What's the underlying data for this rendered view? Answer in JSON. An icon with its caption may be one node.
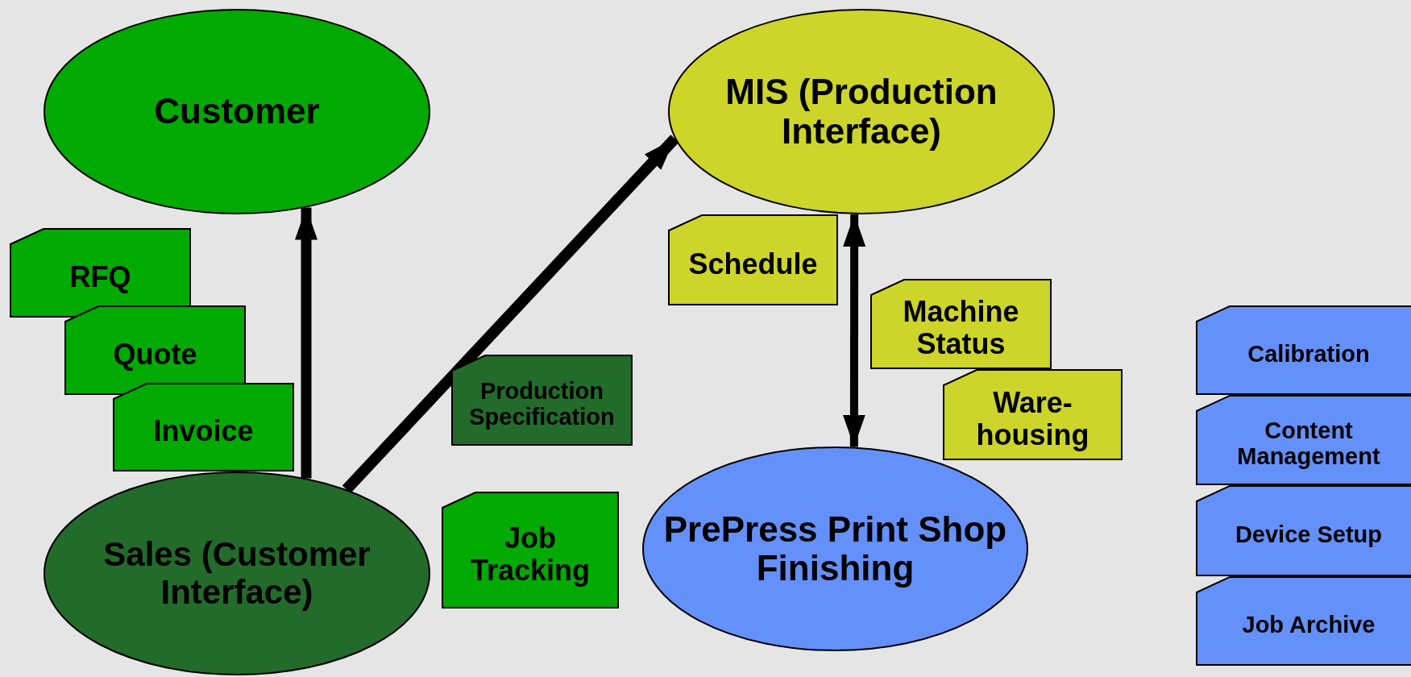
{
  "diagram": {
    "nodes": [
      {
        "text": [
          "Customer"
        ]
      },
      {
        "text": [
          "RFQ"
        ]
      },
      {
        "text": [
          "Quote"
        ]
      },
      {
        "text": [
          "Invoice"
        ]
      },
      {
        "text": [
          "Sales (Customer Interface)"
        ]
      },
      {
        "text": [
          "Job Tracking"
        ]
      },
      {
        "text": [
          "Production Specification"
        ]
      },
      {
        "text": [
          "MIS (Production Interface)"
        ]
      },
      {
        "text": [
          "Schedule"
        ]
      },
      {
        "text": [
          "Machine Status"
        ]
      },
      {
        "text": [
          "Ware- housing"
        ]
      },
      {
        "text": [
          "PrePress Print Shop Finishing"
        ]
      },
      {
        "text": [
          "Calibration"
        ]
      },
      {
        "text": [
          "Content Management"
        ]
      },
      {
        "text": [
          "Device Setup"
        ]
      },
      {
        "text": [
          "Job Archive"
        ]
      }
    ],
    "edges": [
      {
        "from": 4,
        "to": 0,
        "arrow": "to"
      },
      {
        "from": 4,
        "to": 7,
        "arrow": "to"
      },
      {
        "from": 11,
        "to": 7,
        "arrow": "both"
      }
    ]
  }
}
